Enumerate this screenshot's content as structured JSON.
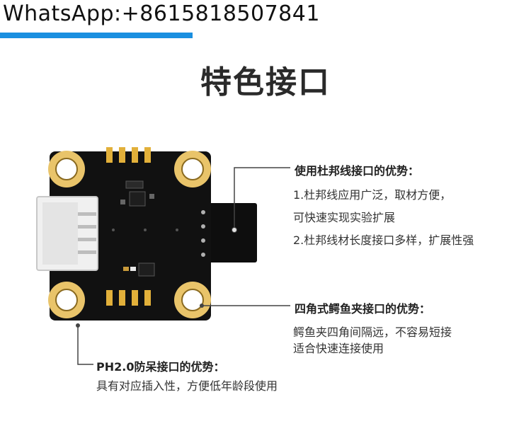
{
  "header": {
    "contact": "WhatsApp:+8615818507841",
    "accent_color": "#1a8fe0"
  },
  "title": "特色接口",
  "callouts": {
    "dupont": {
      "title": "使用杜邦线接口的优势：",
      "lines": [
        "1.杜邦线应用广泛，取材方便，",
        "可快速实现实验扩展",
        "2.杜邦线材长度接口多样，扩展性强"
      ]
    },
    "alligator": {
      "title": "四角式鳄鱼夹接口的优势：",
      "lines": [
        "鳄鱼夹四角间隔远，不容易短接",
        "适合快速连接使用"
      ]
    },
    "ph": {
      "title": "PH2.0防呆接口的优势：",
      "lines": [
        "具有对应插入性，方便低年龄段使用"
      ]
    }
  },
  "board": {
    "pcb_color": "#111111",
    "pad_color": "#e9c46a",
    "connector_color": "#f2f2f2"
  }
}
